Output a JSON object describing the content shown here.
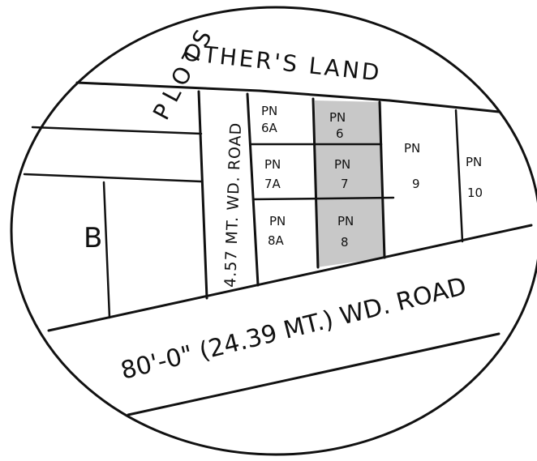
{
  "north_label": "OTHER'S LAND",
  "plots_label": "PLOTS",
  "plot_b_label": "B",
  "side_road_label": "4.57 MT. WD. ROAD",
  "main_road_label": "80'-0\" (24.39 MT.) WD. ROAD",
  "plots": {
    "p6a": [
      "PN",
      "6A"
    ],
    "p6": [
      "PN",
      "6"
    ],
    "p9": [
      "PN",
      "9"
    ],
    "p10": [
      "PN",
      "10"
    ],
    "p7a": [
      "PN",
      "7A"
    ],
    "p7": [
      "PN",
      "7"
    ],
    "p8a": [
      "PN",
      "8A"
    ],
    "p8": [
      "PN",
      "8"
    ]
  },
  "colors": {
    "ink": "#111111",
    "shading": "#9a9a9a",
    "background": "#ffffff"
  }
}
